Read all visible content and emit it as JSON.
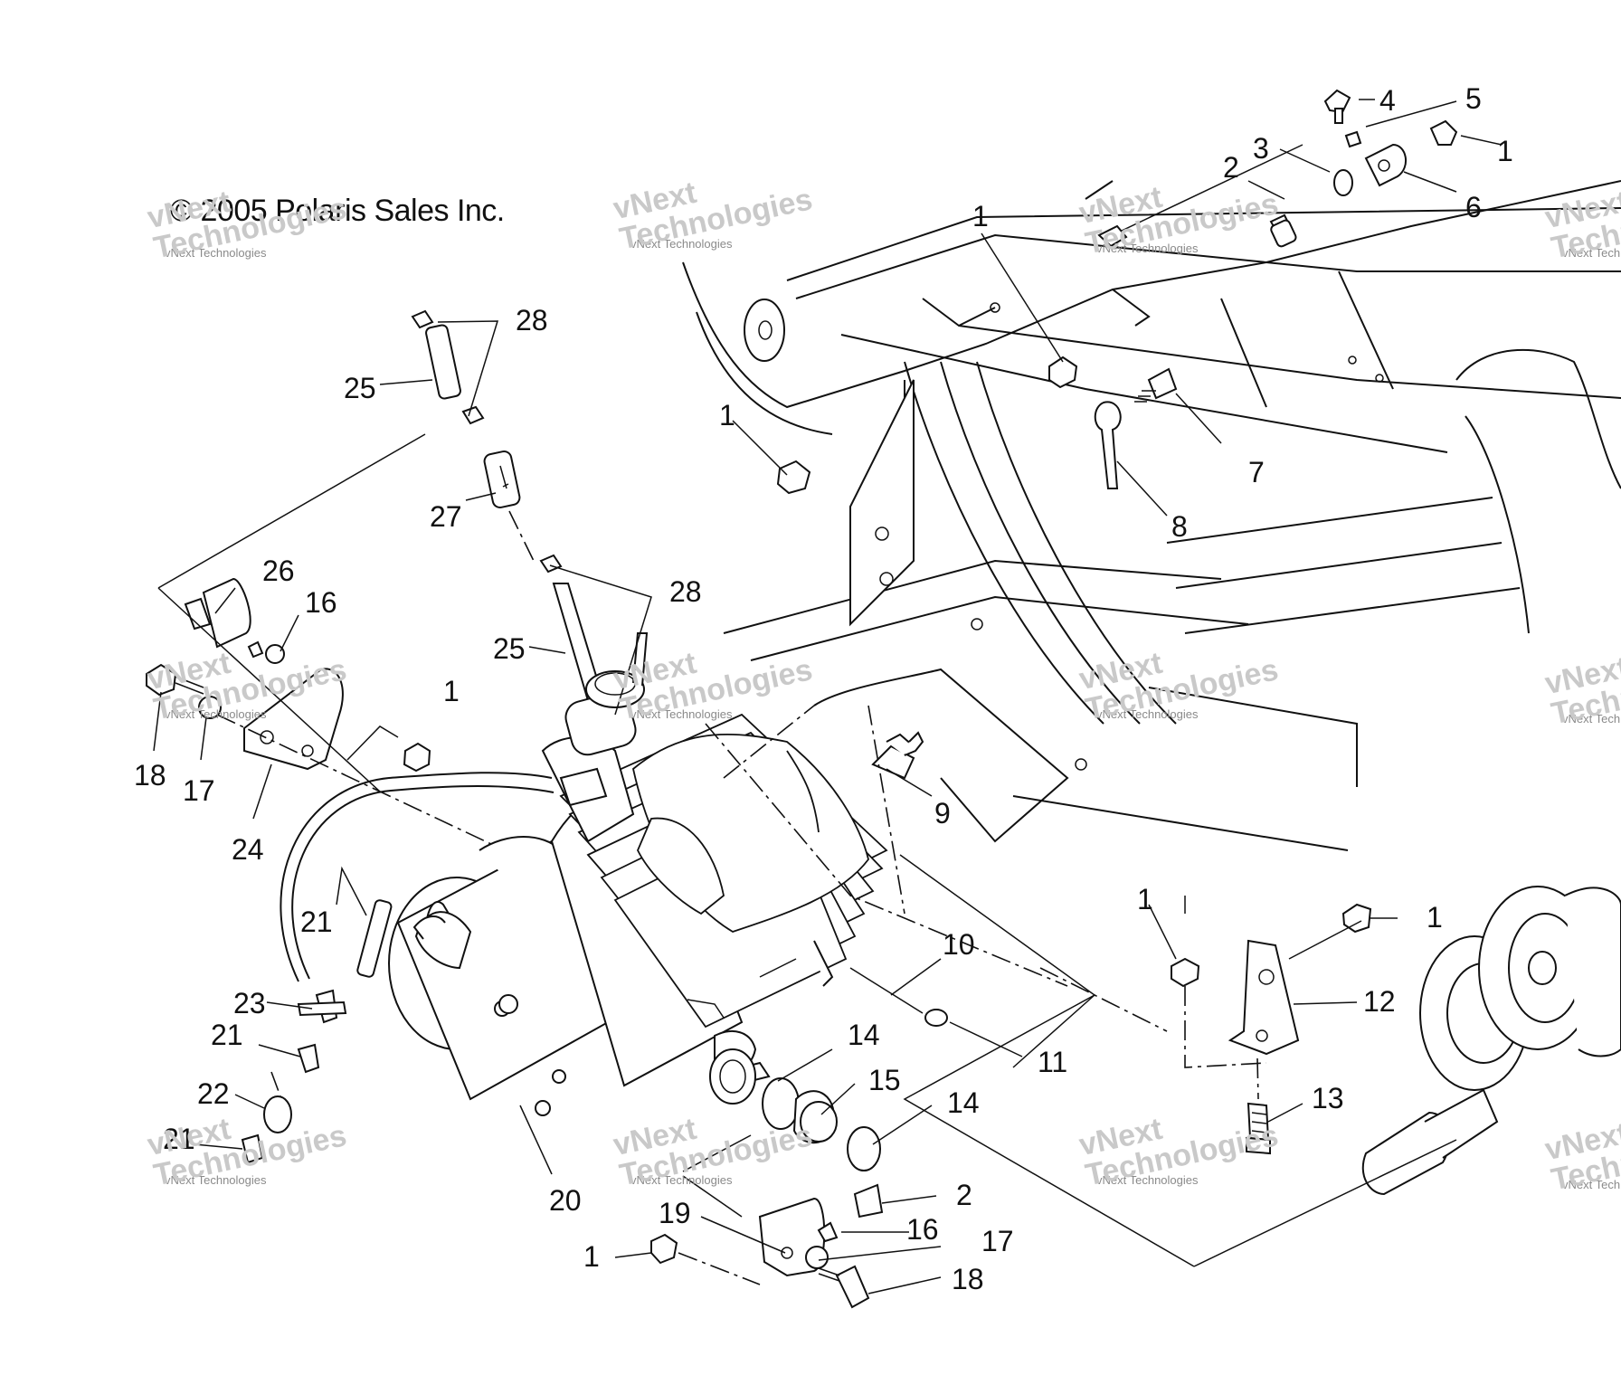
{
  "copyright": "© 2005 Polaris Sales Inc.",
  "watermark": {
    "line1": "vNext",
    "line2": "Technologies",
    "small": "vNext Technologies"
  },
  "callouts": [
    {
      "id": "c1a",
      "label": "1"
    },
    {
      "id": "c2a",
      "label": "2"
    },
    {
      "id": "c3",
      "label": "3"
    },
    {
      "id": "c4",
      "label": "4"
    },
    {
      "id": "c5",
      "label": "5"
    },
    {
      "id": "c6",
      "label": "6"
    },
    {
      "id": "c1b",
      "label": "1"
    },
    {
      "id": "c7",
      "label": "7"
    },
    {
      "id": "c8",
      "label": "8"
    },
    {
      "id": "c1c",
      "label": "1"
    },
    {
      "id": "c28a",
      "label": "28"
    },
    {
      "id": "c25a",
      "label": "25"
    },
    {
      "id": "c27",
      "label": "27"
    },
    {
      "id": "c28b",
      "label": "28"
    },
    {
      "id": "c25b",
      "label": "25"
    },
    {
      "id": "c26",
      "label": "26"
    },
    {
      "id": "c16a",
      "label": "16"
    },
    {
      "id": "c18a",
      "label": "18"
    },
    {
      "id": "c17a",
      "label": "17"
    },
    {
      "id": "c24",
      "label": "24"
    },
    {
      "id": "c1d",
      "label": "1"
    },
    {
      "id": "c9",
      "label": "9"
    },
    {
      "id": "c21a",
      "label": "21"
    },
    {
      "id": "c23",
      "label": "23"
    },
    {
      "id": "c21b",
      "label": "21"
    },
    {
      "id": "c22",
      "label": "22"
    },
    {
      "id": "c21c",
      "label": "21"
    },
    {
      "id": "c20",
      "label": "20"
    },
    {
      "id": "c10",
      "label": "10"
    },
    {
      "id": "c11",
      "label": "11"
    },
    {
      "id": "c14a",
      "label": "14"
    },
    {
      "id": "c15",
      "label": "15"
    },
    {
      "id": "c14b",
      "label": "14"
    },
    {
      "id": "c1e",
      "label": "1"
    },
    {
      "id": "c1f",
      "label": "1"
    },
    {
      "id": "c12",
      "label": "12"
    },
    {
      "id": "c13",
      "label": "13"
    },
    {
      "id": "c2b",
      "label": "2"
    },
    {
      "id": "c16b",
      "label": "16"
    },
    {
      "id": "c17b",
      "label": "17"
    },
    {
      "id": "c18b",
      "label": "18"
    },
    {
      "id": "c19",
      "label": "19"
    },
    {
      "id": "c1g",
      "label": "1"
    }
  ]
}
